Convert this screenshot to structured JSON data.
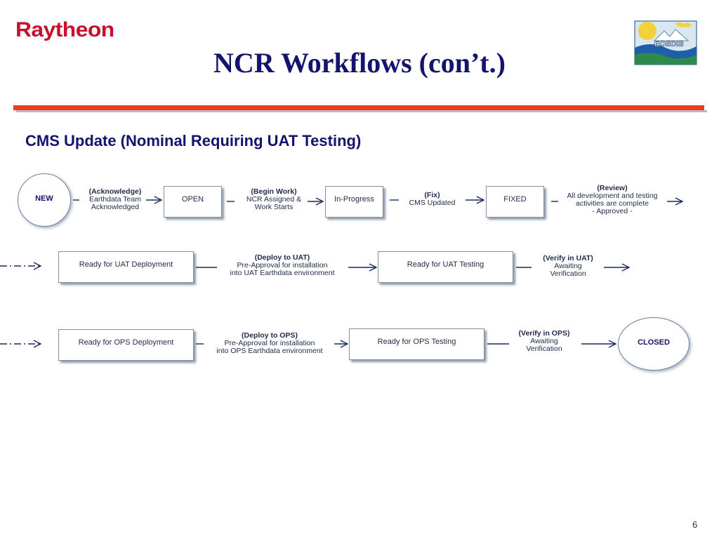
{
  "header": {
    "logo_text": "Raytheon",
    "title": "NCR Workflows (con’t.)",
    "eosdis_logo_text": "EOSDIS"
  },
  "subtitle": "CMS Update (Nominal Requiring UAT Testing)",
  "states": {
    "new": "NEW",
    "open": "OPEN",
    "in_progress": "In-Progress",
    "fixed": "FIXED",
    "ready_uat_deployment": "Ready for UAT Deployment",
    "ready_uat_testing": "Ready for UAT Testing",
    "ready_ops_deployment": "Ready for OPS Deployment",
    "ready_ops_testing": "Ready for OPS Testing",
    "closed": "CLOSED"
  },
  "transitions": {
    "acknowledge": {
      "head": "(Acknowledge)",
      "body": "Earthdata Team\nAcknowledged"
    },
    "begin_work": {
      "head": "(Begin Work)",
      "body": "NCR  Assigned &\nWork Starts"
    },
    "fix": {
      "head": "(Fix)",
      "body": "CMS Updated"
    },
    "review": {
      "head": "(Review)",
      "body": "All development and testing\nactivities are complete\n- Approved -"
    },
    "deploy_uat": {
      "head": "(Deploy to UAT)",
      "body": "Pre-Approval for installation\ninto UAT Earthdata environment"
    },
    "verify_uat": {
      "head": "(Verify in UAT)",
      "body": "Awaiting\nVerification"
    },
    "deploy_ops": {
      "head": "(Deploy to OPS)",
      "body": "Pre-Approval for installation\ninto OPS Earthdata environment"
    },
    "verify_ops": {
      "head": "(Verify in OPS)",
      "body": "Awaiting\nVerification"
    }
  },
  "footer": {
    "page_number": "6"
  },
  "colors": {
    "title_navy": "#14146e",
    "brand_red": "#c8102e",
    "rule_orange_red": "#ee3a1f",
    "connector_navy": "#1a2a5c"
  }
}
